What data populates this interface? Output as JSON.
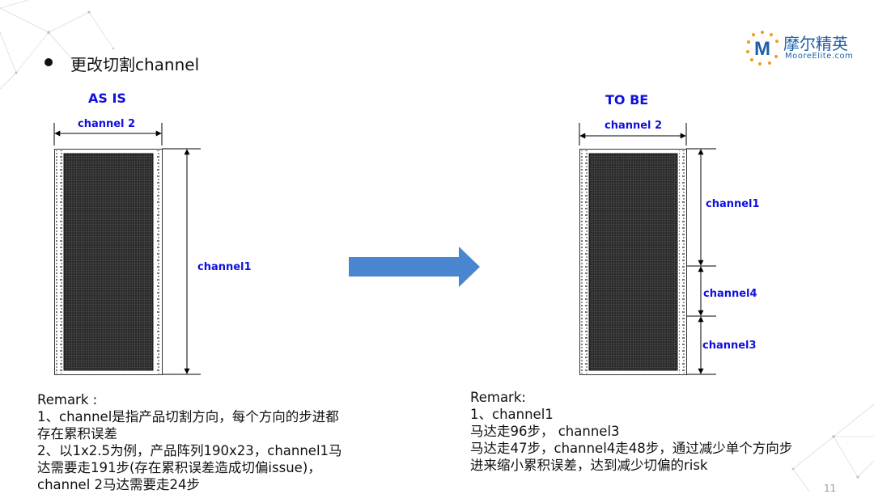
{
  "bullet_title": "更改切割channel",
  "left": {
    "heading": "AS IS",
    "width_label": "channel 2",
    "height_label": "channel1"
  },
  "right": {
    "heading": "TO BE",
    "width_label": "channel 2",
    "seg1_label": "channel1",
    "seg2_label": "channel4",
    "seg3_label": "channel3"
  },
  "remark_left": {
    "title": "Remark :",
    "lines": [
      "1、channel是指产品切割方向，每个方向的步进都",
      "存在累积误差",
      "2、以1x2.5为例，产品阵列190x23，channel1马",
      "达需要走191步(存在累积误差造成切偏issue)，",
      "channel 2马达需要走24步"
    ]
  },
  "remark_right": {
    "title": "Remark:",
    "lines": [
      "1、channel1",
      "马达走96步， channel3",
      "马达走47步，channel4走48步，通过减少单个方向步",
      "进来缩小累积误差，达到减少切偏的risk"
    ]
  },
  "logo": {
    "mark": "M",
    "name": "摩尔精英",
    "domain": "MooreElite.com"
  },
  "page_number": "11",
  "colors": {
    "label_blue": "#1010e0",
    "arrow_blue": "#4a86d0",
    "logo_orange": "#f39a1e",
    "logo_blue": "#1e5fa8"
  }
}
